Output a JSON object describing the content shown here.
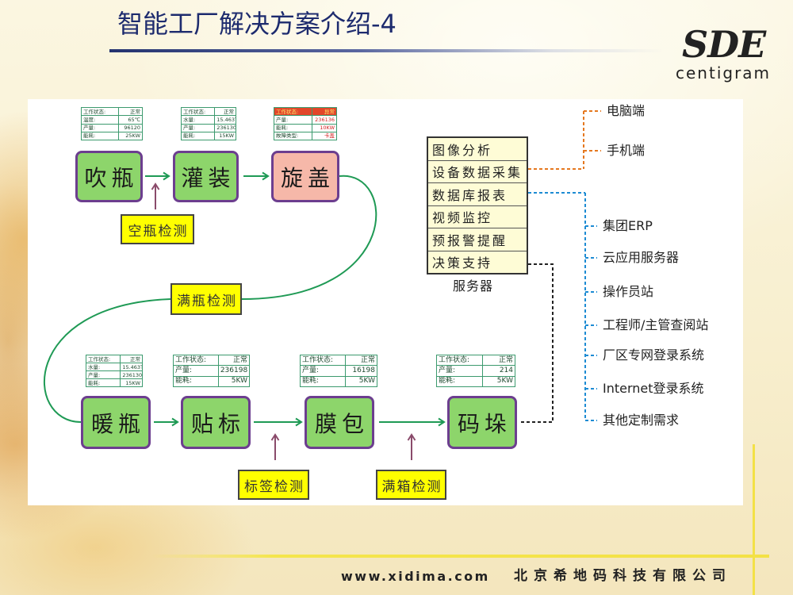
{
  "slide": {
    "title": "智能工厂解决方案介绍-4"
  },
  "logo": {
    "mark": "SDE",
    "tagline": "centigram"
  },
  "process": {
    "stations": [
      {
        "label": "吹瓶",
        "alert": false,
        "status": [
          [
            "工作状态:",
            "正常"
          ],
          [
            "温度:",
            "65℃"
          ],
          [
            "产量:",
            "96120"
          ],
          [
            "能耗:",
            "25KW"
          ]
        ]
      },
      {
        "label": "灌装",
        "alert": false,
        "status": [
          [
            "工作状态:",
            "正常"
          ],
          [
            "水量:",
            "15.463T"
          ],
          [
            "产量:",
            "236130"
          ],
          [
            "能耗:",
            "15KW"
          ]
        ]
      },
      {
        "label": "旋盖",
        "alert": true,
        "status": [
          [
            "工作状态:",
            "异常"
          ],
          [
            "产量:",
            "236136"
          ],
          [
            "能耗:",
            "10KW"
          ],
          [
            "故障类型:",
            "卡盖"
          ]
        ]
      },
      {
        "label": "暖瓶",
        "alert": false,
        "status": [
          [
            "工作状态:",
            "正常"
          ],
          [
            "水量:",
            "15.463T"
          ],
          [
            "产量:",
            "236130"
          ],
          [
            "能耗:",
            "15KW"
          ]
        ]
      },
      {
        "label": "贴标",
        "alert": false,
        "status": [
          [
            "工作状态:",
            "正常"
          ],
          [
            "产量:",
            "236198"
          ],
          [
            "能耗:",
            "5KW"
          ]
        ]
      },
      {
        "label": "膜包",
        "alert": false,
        "status": [
          [
            "工作状态:",
            "正常"
          ],
          [
            "产量:",
            "16198"
          ],
          [
            "能耗:",
            "5KW"
          ]
        ]
      },
      {
        "label": "码垛",
        "alert": false,
        "status": [
          [
            "工作状态:",
            "正常"
          ],
          [
            "产量:",
            "214"
          ],
          [
            "能耗:",
            "5KW"
          ]
        ]
      }
    ],
    "inspections": [
      "空瓶检测",
      "满瓶检测",
      "标签检测",
      "满箱检测"
    ]
  },
  "server": {
    "label": "服务器",
    "modules": [
      "图像分析",
      "设备数据采集",
      "数据库报表",
      "视频监控",
      "预报警提醒",
      "决策支持"
    ]
  },
  "clients": {
    "terminals": [
      "电脑端",
      "手机端"
    ],
    "systems": [
      "集团ERP",
      "云应用服务器",
      "操作员站",
      "工程师/主管查阅站",
      "厂区专网登录系统",
      "Internet登录系统",
      "其他定制需求"
    ]
  },
  "footer": {
    "url": "www.xidima.com",
    "company": "北京希地码科技有限公司"
  },
  "colors": {
    "title": "#1d2b6e",
    "station-fill": "#8dd56b",
    "station-alert-fill": "#f6b8a9",
    "station-border": "#6c3e8f",
    "inspection-fill": "#ffff00",
    "server-fill": "#fefcd6",
    "flow": "#1f9a55",
    "probe": "#8a4b6b",
    "link-terminal": "#e5781f",
    "link-system": "#1d8bd3",
    "link-control": "#222222",
    "table-border": "#3c9a6e",
    "table-alert": "#e2462a"
  }
}
